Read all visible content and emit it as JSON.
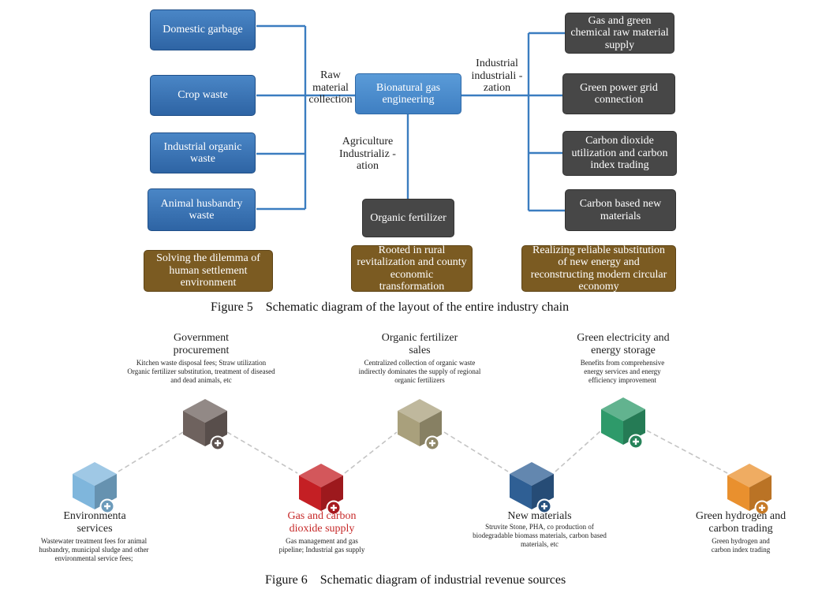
{
  "figure5": {
    "caption": "Figure 5    Schematic diagram of the layout of the entire industry chain",
    "inputs": [
      "Domestic garbage",
      "Crop waste",
      "Industrial organic waste",
      "Animal husbandry waste"
    ],
    "center": "Bionatural gas engineering",
    "raw_label": "Raw material collection",
    "ind_label": "Industrial industriali -zation",
    "agri_label": "Agriculture Industrializ -ation",
    "fertilizer": "Organic fertilizer",
    "outputs": [
      "Gas and green chemical raw material supply",
      "Green power grid connection",
      "Carbon dioxide utilization and carbon index trading",
      "Carbon based new materials"
    ],
    "goals": [
      "Solving the dilemma of human settlement environment",
      "Rooted in rural revitalization and county economic transformation",
      "Realizing reliable substitution of new energy and reconstructing modern circular economy"
    ]
  },
  "figure6": {
    "caption": "Figure 6    Schematic diagram of industrial revenue sources",
    "sources": [
      {
        "title": "Government procurement",
        "desc": "Kitchen waste disposal fees; Straw utilization Organic fertilizer substitution, treatment of diseased and dead animals, etc",
        "color": "#6e625e"
      },
      {
        "title": "Organic fertilizer sales",
        "desc": "Centralized collection of organic waste indirectly dominates the supply of regional organic fertilizers",
        "color": "#a9a07c"
      },
      {
        "title": "Green electricity and energy storage",
        "desc": "Benefits from comprehensive energy services and energy efficiency improvement",
        "color": "#2e9a6a"
      },
      {
        "title": "Environmenta services",
        "desc": "Wastewater treatment fees for animal husbandry, municipal sludge and other environmental service fees;",
        "color": "#7fb6dc"
      },
      {
        "title": "Gas and carbon dioxide supply",
        "desc": "Gas management and gas pipeline; Industrial gas supply",
        "color": "#c41f24"
      },
      {
        "title": "New materials",
        "desc": "Struvite Stone, PHA, co production of biodegradable biomass materials, carbon based materials, etc",
        "color": "#2f5f94"
      },
      {
        "title": "Green hydrogen and carbon trading",
        "desc": "Green hydrogen and carbon index trading",
        "color": "#e9902e"
      }
    ]
  }
}
